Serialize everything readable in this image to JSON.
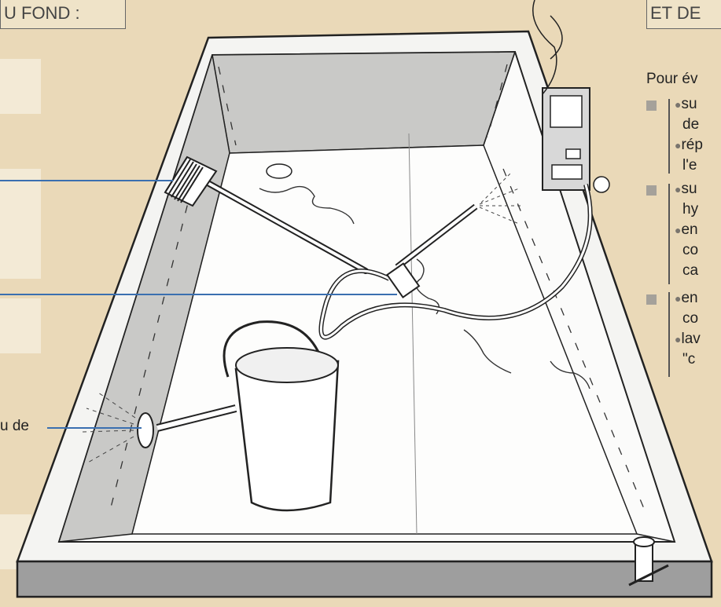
{
  "left_heading": "U FOND :",
  "right_heading": "ET DE",
  "right_intro": "Pour év",
  "left_caption": "u de",
  "right_items": [
    {
      "line1": "su",
      "line2": "de"
    },
    {
      "line1": "rép",
      "line2": "l'e"
    },
    {
      "line1": "su",
      "line2": "hy"
    },
    {
      "line1": "en",
      "line2": "co",
      "line3": "ca"
    },
    {
      "line1": "en",
      "line2": "co"
    },
    {
      "line1": "lav",
      "line2": "\"c"
    }
  ],
  "colors": {
    "background": "#ead9b8",
    "leader_line": "#3a6fb0",
    "tank": "#f4f4f2",
    "tank_shade": "#bdbdbd"
  }
}
